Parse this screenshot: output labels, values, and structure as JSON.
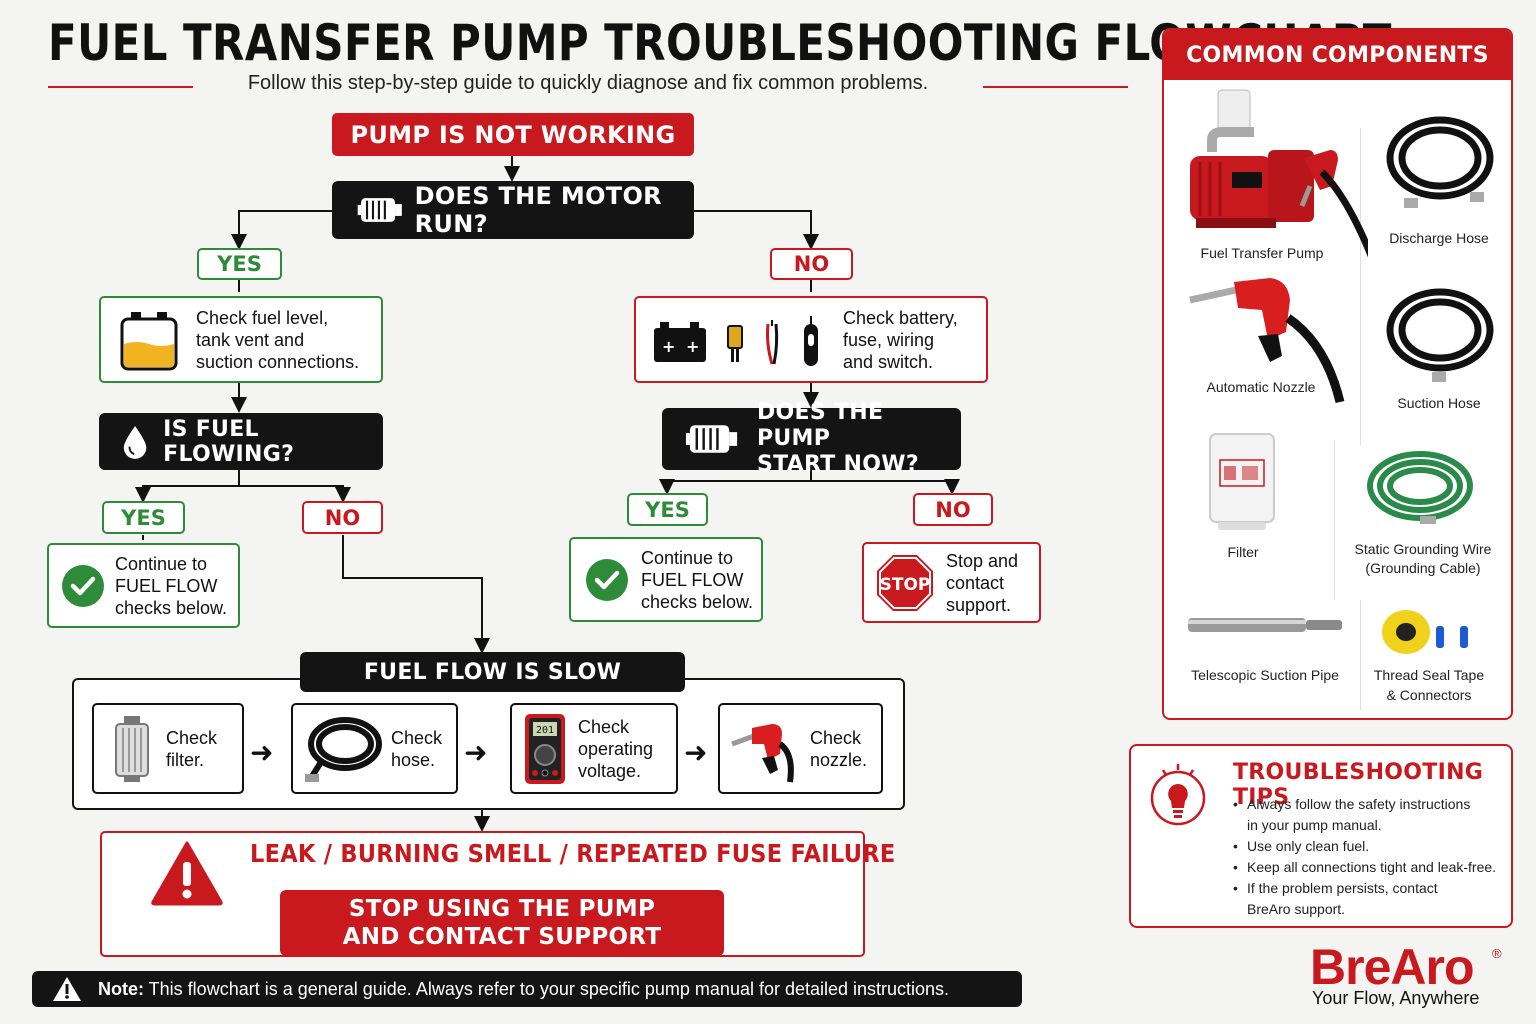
{
  "title": "FUEL TRANSFER PUMP TROUBLESHOOTING FLOWCHART",
  "subtitle": "Follow this step-by-step guide to quickly diagnose and fix common problems.",
  "start": "PUMP IS NOT WORKING",
  "q_motor": "DOES THE MOTOR RUN?",
  "yes": "YES",
  "no": "NO",
  "fuel_check": [
    "Check fuel level,",
    "tank vent and",
    "suction connections."
  ],
  "q_fuel": "IS FUEL FLOWING?",
  "continue_text": [
    "Continue to",
    "FUEL FLOW",
    "checks below."
  ],
  "elec_check": [
    "Check battery,",
    "fuse, wiring",
    "and switch."
  ],
  "q_pump": [
    "DOES THE PUMP",
    "START NOW?"
  ],
  "stop_sign": "STOP",
  "stop_text": [
    "Stop and",
    "contact",
    "support."
  ],
  "slow_header": "FUEL FLOW IS SLOW",
  "slow_steps": [
    [
      "Check",
      "filter."
    ],
    [
      "Check",
      "hose."
    ],
    [
      "Check",
      "operating",
      "voltage."
    ],
    [
      "Check",
      "nozzle."
    ]
  ],
  "meter_readout": "201",
  "danger_title": "LEAK / BURNING SMELL / REPEATED FUSE FAILURE",
  "danger_action": [
    "STOP USING THE PUMP",
    "AND CONTACT SUPPORT"
  ],
  "note_bold": "Note:",
  "note_text": " This flowchart is a general guide. Always refer to your specific pump manual for detailed instructions.",
  "components": {
    "header": "COMMON COMPONENTS",
    "items": [
      "Fuel Transfer Pump",
      "Discharge Hose",
      "Automatic Nozzle",
      "Suction Hose",
      "Filter",
      "Static Grounding Wire",
      "(Grounding Cable)",
      "Telescopic Suction Pipe",
      "Thread Seal Tape",
      "& Connectors"
    ]
  },
  "tips": {
    "title": "TROUBLESHOOTING TIPS",
    "items": [
      [
        "Always follow the safety instructions",
        "in your pump manual."
      ],
      [
        "Use only clean fuel."
      ],
      [
        "Keep all connections tight and leak-free."
      ],
      [
        "If the problem persists, contact",
        "BreAro support."
      ]
    ]
  },
  "brand": {
    "name": "BreAro",
    "reg": "®",
    "tagline": "Your Flow, Anywhere"
  },
  "colors": {
    "red": "#c8191e",
    "green": "#2e8b3a",
    "black": "#141414"
  }
}
